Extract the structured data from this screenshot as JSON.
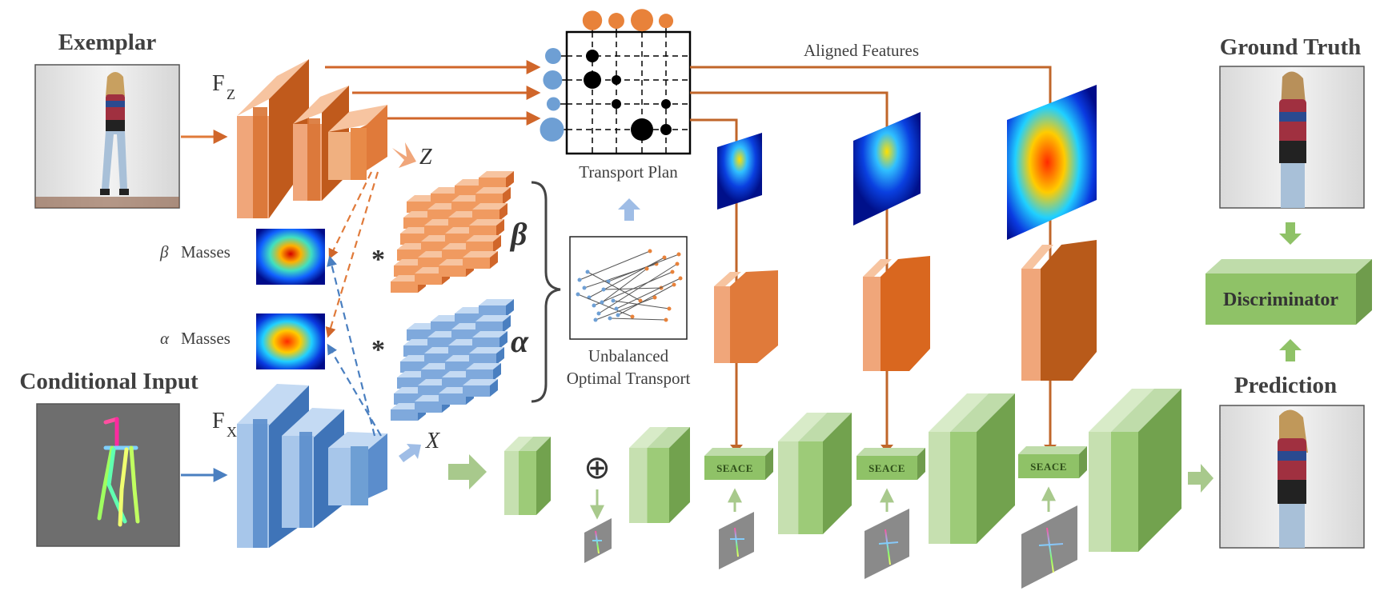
{
  "labels": {
    "exemplar": "Exemplar",
    "conditional_input": "Conditional Input",
    "ground_truth": "Ground Truth",
    "prediction": "Prediction",
    "discriminator": "Discriminator",
    "fz_main": "F",
    "fz_sub": "Z",
    "fx_main": "F",
    "fx_sub": "X",
    "z": "Z",
    "x": "X",
    "beta_symbol": "β",
    "beta_masses": "Masses",
    "alpha_symbol": "α",
    "alpha_masses": "Masses",
    "beta_greek": "β",
    "alpha_greek": "α",
    "star": "*",
    "transport_plan": "Transport Plan",
    "aligned_features": "Aligned Features",
    "uot_line1": "Unbalanced",
    "uot_line2": "Optimal Transport",
    "plus": "⊕",
    "seace": "SEACE"
  },
  "colors": {
    "orange": "#e8823a",
    "blue": "#6e9fd4",
    "green": "#8fc267",
    "black": "#000000"
  },
  "transport_plan": {
    "top_marginals": [
      0.8,
      0.55,
      1.0,
      0.45
    ],
    "left_marginals": [
      0.5,
      0.7,
      0.35,
      1.0
    ]
  }
}
